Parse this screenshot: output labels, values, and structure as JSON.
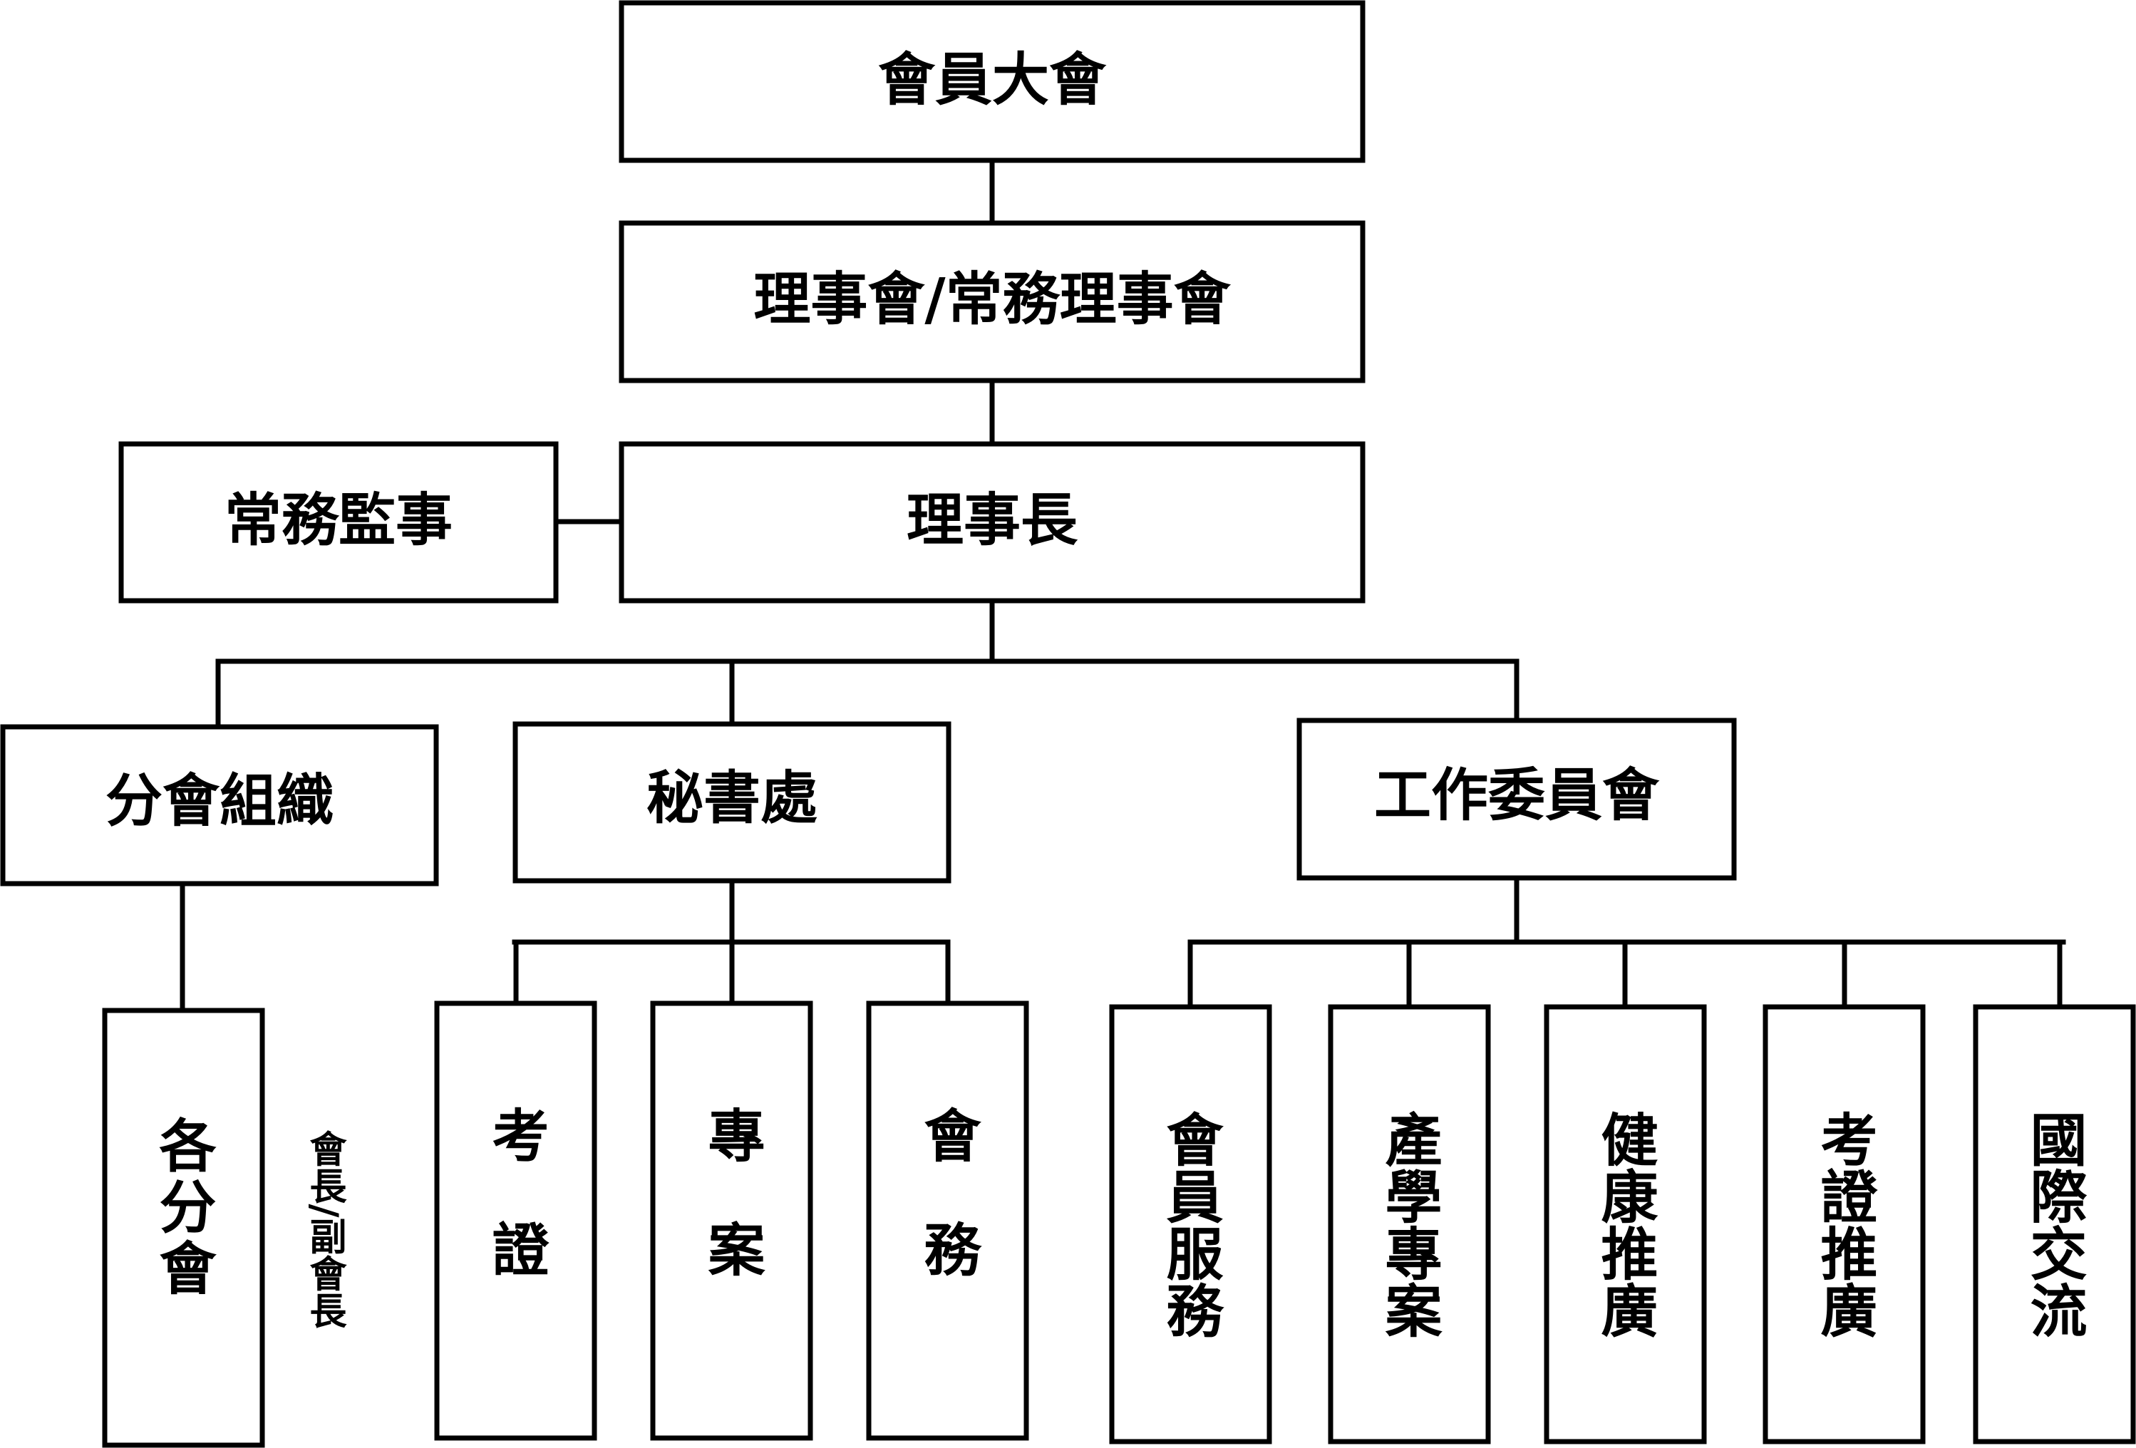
{
  "nodes": {
    "general_assembly": "會員大會",
    "board": "理事會/常務理事會",
    "chairman": "理事長",
    "supervisor": "常務監事",
    "branch_org": "分會組織",
    "secretariat": "秘書處",
    "committee": "工作委員會",
    "branches": "各分會",
    "branch_note": "會長/副會長",
    "exam": "考證",
    "project": "專案",
    "affairs": "會務",
    "member_service": "會員服務",
    "industry_academia": "產學專案",
    "health_promotion": "健康推廣",
    "exam_promotion": "考證推廣",
    "intl_exchange": "國際交流"
  }
}
